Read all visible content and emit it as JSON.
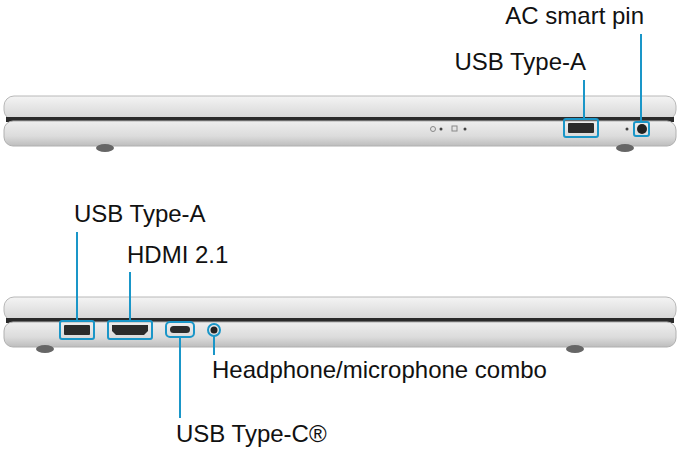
{
  "diagram": {
    "labels": [
      "AC smart pin",
      "USB Type-A",
      "USB Type-A",
      "HDMI 2.1",
      "Headphone/microphone combo",
      "USB Type-C®"
    ]
  }
}
